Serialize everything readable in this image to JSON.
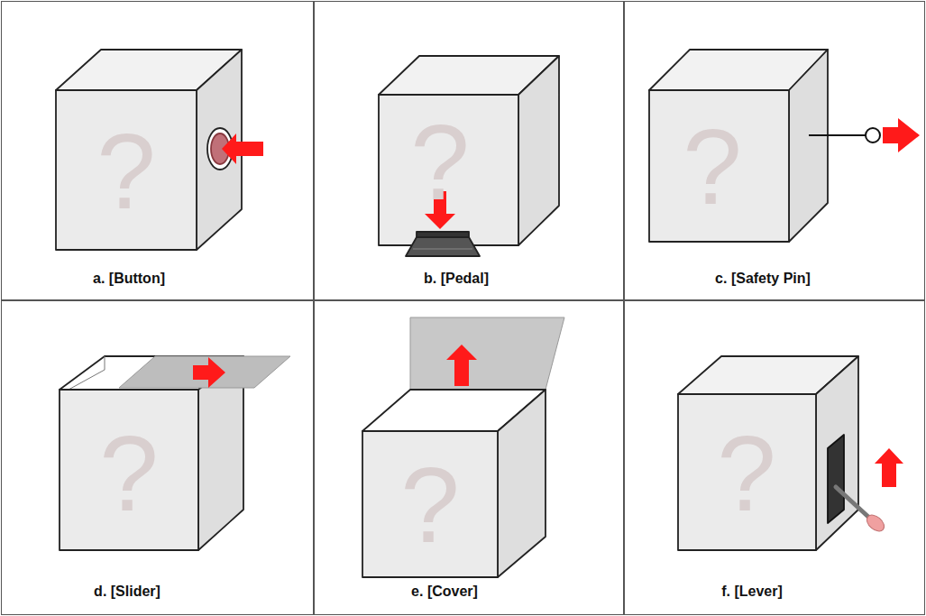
{
  "diagram": {
    "nodes": [
      {
        "text": [
          "a. [Button]"
        ]
      },
      {
        "text": [
          "b. [Pedal]"
        ]
      },
      {
        "text": [
          "c. [Safety Pin]"
        ]
      },
      {
        "text": [
          "d. [Slider]"
        ]
      },
      {
        "text": [
          "e. [Cover]"
        ]
      },
      {
        "text": [
          "f. [Lever]"
        ]
      }
    ],
    "labels": [
      "?",
      "?",
      "?",
      "?",
      "?",
      "?"
    ]
  }
}
